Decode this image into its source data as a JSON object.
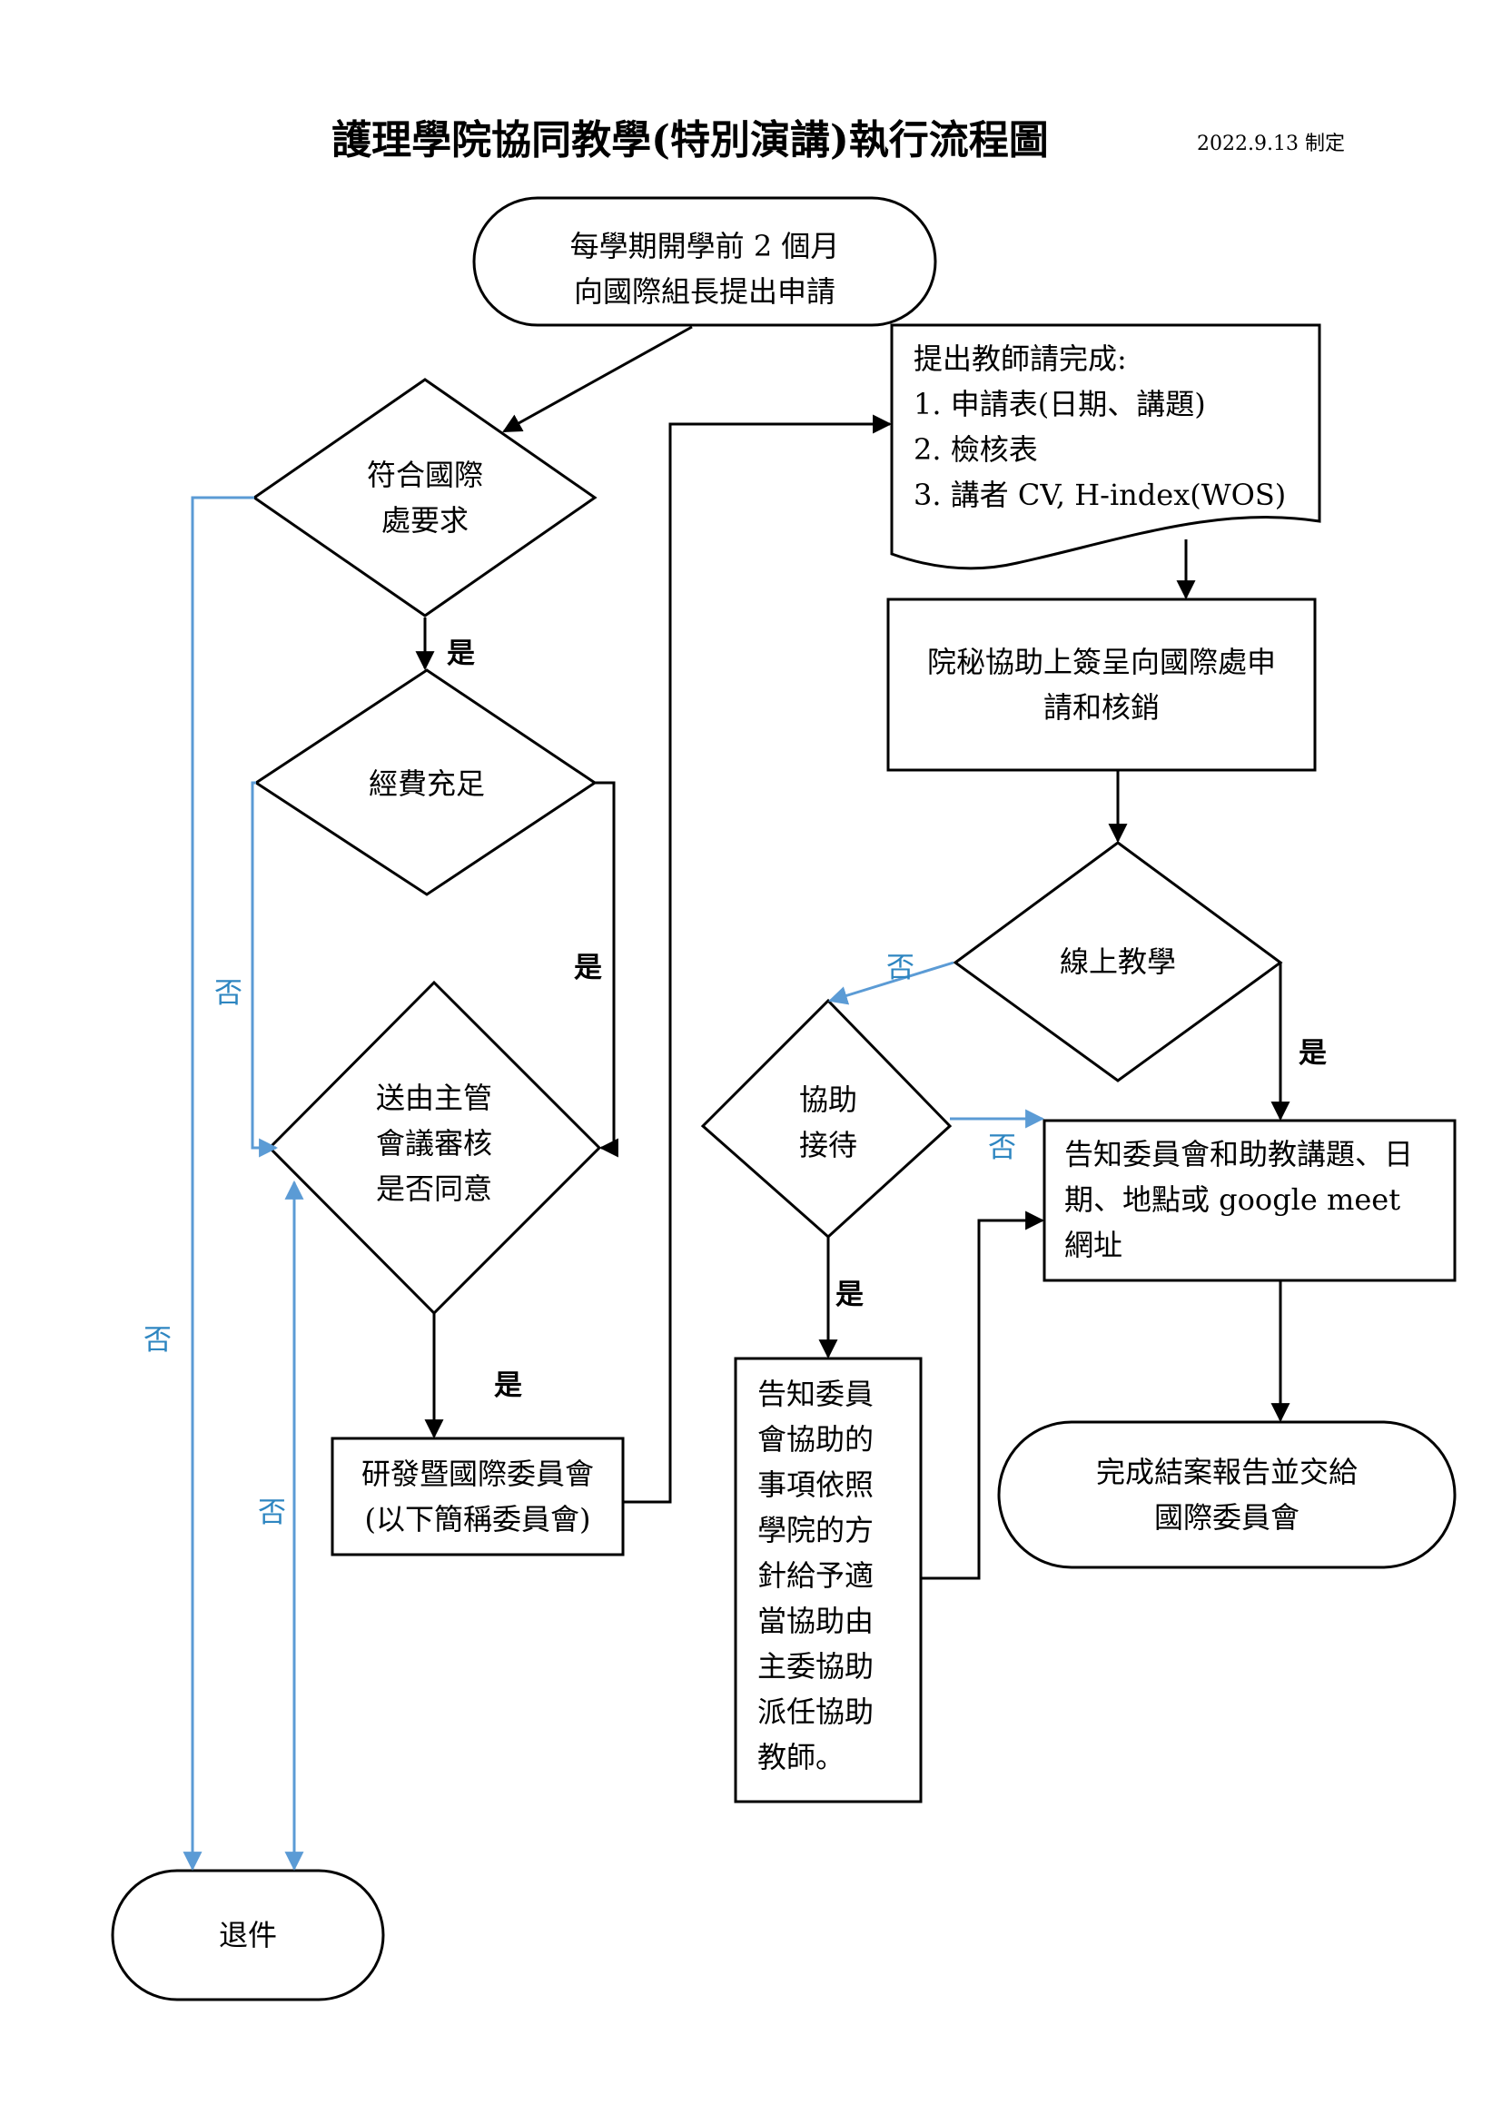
{
  "header": {
    "title": "護理學院協同教學(特別演講)執行流程圖",
    "date": "2022.9.13 制定"
  },
  "nodes": {
    "start": [
      "每學期開學前 2 個月",
      "向國際組長提出申請"
    ],
    "intl_req": [
      "符合國際",
      "處要求"
    ],
    "funding": [
      "經費充足"
    ],
    "review": [
      "送由主管",
      "會議審核",
      "是否同意"
    ],
    "committee": [
      "研發暨國際委員會",
      "(以下簡稱委員會)"
    ],
    "documents": [
      "提出教師請完成:",
      "1. 申請表(日期、講題)",
      "2. 檢核表",
      "3. 講者 CV, H-index(WOS)"
    ],
    "secretary": [
      "院秘協助上簽呈向國際處申",
      "請和核銷"
    ],
    "online": [
      "線上教學"
    ],
    "reception": [
      "協助",
      "接待"
    ],
    "notify_committee": [
      "告知委員會和助教講題、日",
      "期、地點或 google meet",
      "網址"
    ],
    "assist_notice": [
      "告知委員",
      "會協助的",
      "事項依照",
      "學院的方",
      "針給予適",
      "當協助由",
      "主委協助",
      "派任協助",
      "教師。"
    ],
    "complete": [
      "完成結案報告並交給",
      "國際委員會"
    ],
    "reject": [
      "退件"
    ]
  },
  "labels": {
    "yes": "是",
    "no": "否"
  },
  "colors": {
    "line": "#000000",
    "no_line": "#5b9bd5",
    "no_text": "#2e86c1"
  }
}
